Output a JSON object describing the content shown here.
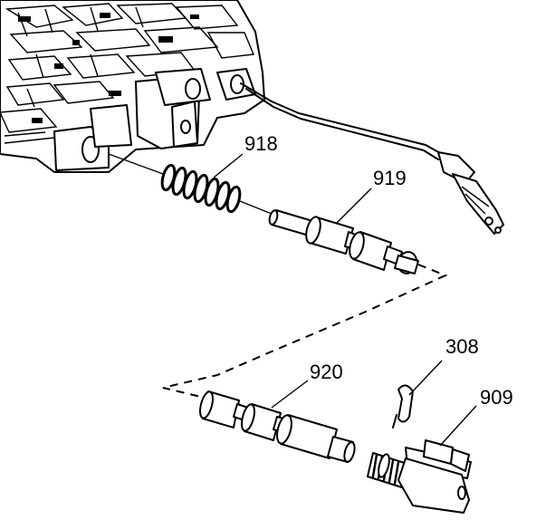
{
  "callouts": {
    "c918": "918",
    "c919": "919",
    "c920": "920",
    "c308": "308",
    "c909": "909"
  }
}
